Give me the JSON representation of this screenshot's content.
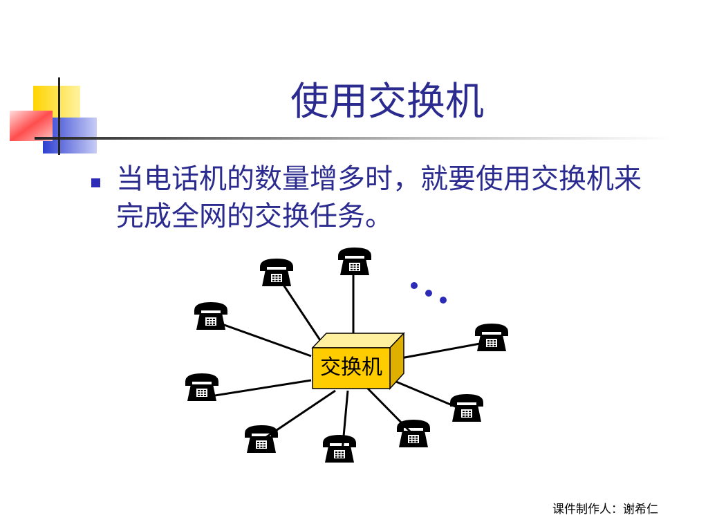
{
  "slide": {
    "title": "使用交换机",
    "bullets": [
      "当电话机的数量增多时，就要使用交换机来完成全网的交换任务。"
    ],
    "footer": "课件制作人：谢希仁"
  },
  "diagram": {
    "switch_label": "交换机",
    "more_indicator": "…",
    "phones": [
      "telephone-icon",
      "telephone-icon",
      "telephone-icon",
      "telephone-icon",
      "telephone-icon",
      "telephone-icon",
      "telephone-icon",
      "telephone-icon",
      "telephone-icon"
    ]
  },
  "colors": {
    "title": "#2b2b8f",
    "bullet": "#2b2bb8",
    "switch_fill": "#ffcc00",
    "deco_yellow": "#ffd400",
    "deco_blue": "#2d3fd0",
    "deco_red": "#ff4d4d"
  }
}
